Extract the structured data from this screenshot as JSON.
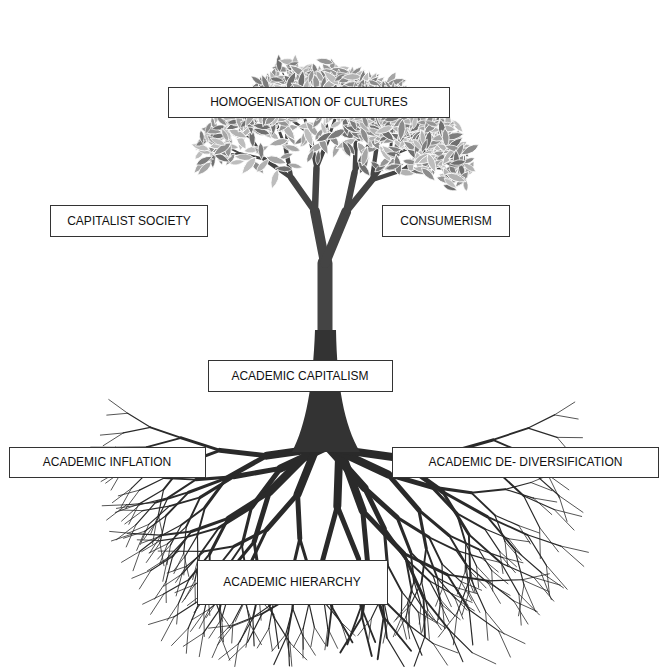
{
  "diagram": {
    "nodes": [
      {
        "text": [
          "HOMOGENISATION OF CULTURES"
        ]
      },
      {
        "text": [
          "CAPITALIST SOCIETY"
        ]
      },
      {
        "text": [
          "CONSUMERISM"
        ]
      },
      {
        "text": [
          "ACADEMIC CAPITALISM"
        ]
      },
      {
        "text": [
          "ACADEMIC INFLATION"
        ]
      },
      {
        "text": [
          "ACADEMIC DE- DIVERSIFICATION"
        ]
      },
      {
        "text": [
          "ACADEMIC HIERARCHY"
        ]
      }
    ]
  }
}
